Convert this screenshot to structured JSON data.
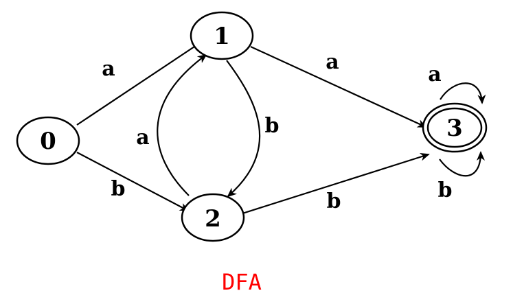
{
  "diagram": {
    "states": [
      {
        "id": "0",
        "label": "0",
        "accepting": false
      },
      {
        "id": "1",
        "label": "1",
        "accepting": false
      },
      {
        "id": "2",
        "label": "2",
        "accepting": false
      },
      {
        "id": "3",
        "label": "3",
        "accepting": true
      }
    ],
    "transitions": [
      {
        "from": "0",
        "to": "1",
        "symbol": "a"
      },
      {
        "from": "0",
        "to": "2",
        "symbol": "b"
      },
      {
        "from": "1",
        "to": "3",
        "symbol": "a"
      },
      {
        "from": "1",
        "to": "2",
        "symbol": "b"
      },
      {
        "from": "2",
        "to": "1",
        "symbol": "a"
      },
      {
        "from": "2",
        "to": "3",
        "symbol": "b"
      },
      {
        "from": "3",
        "to": "3",
        "symbol": "a"
      },
      {
        "from": "3",
        "to": "3",
        "symbol": "b"
      }
    ],
    "caption": "DFA",
    "caption_color": "#ff0000"
  }
}
